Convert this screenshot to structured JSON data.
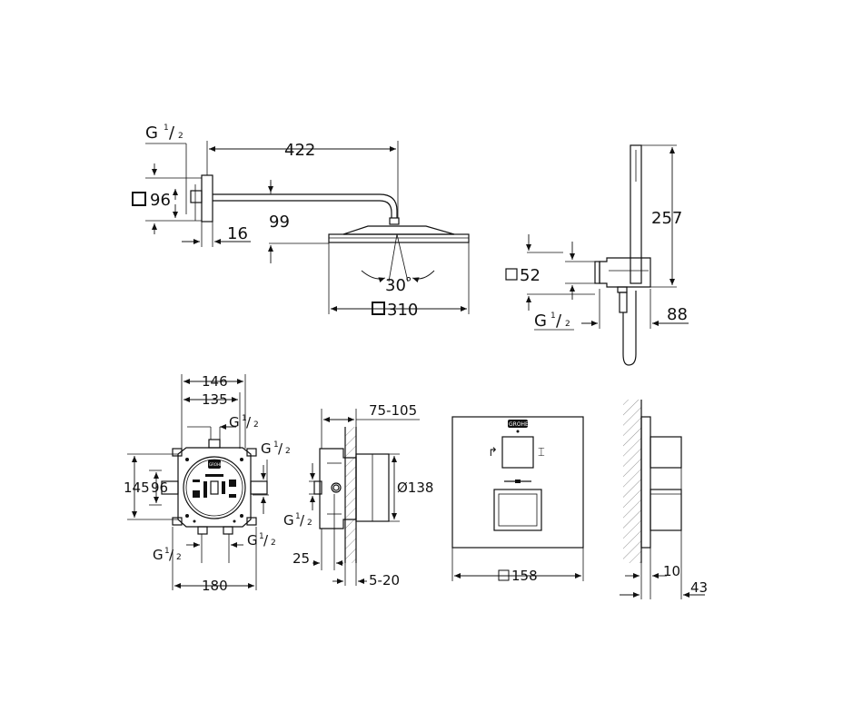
{
  "drawing": {
    "shower_head_view": {
      "thread_label": "G",
      "thread_sup": "1",
      "thread_sub": "2",
      "arm_length": "422",
      "flange_square": "96",
      "arm_offset": "99",
      "flange_depth": "16",
      "tilt_angle": "30",
      "tilt_angle_unit": "°",
      "head_square": "310"
    },
    "hand_shower_view": {
      "height": "257",
      "bracket_square": "52",
      "thread_label": "G",
      "thread_sup": "1",
      "thread_sub": "2",
      "projection": "88"
    },
    "box_front_view": {
      "width_outer": "146",
      "width_inner": "135",
      "height_outer": "145",
      "height_inner": "96",
      "base_width": "180",
      "thread_label": "G",
      "thread_sup": "1",
      "thread_sub": "2",
      "brand": "GROHE"
    },
    "box_side_view": {
      "install_depth": "75-105",
      "body_diameter": "Ø138",
      "offset": "25",
      "tile_range": "5-20",
      "thread_label": "G",
      "thread_sup": "1",
      "thread_sub": "2"
    },
    "trim_front_view": {
      "plate_square": "158",
      "brand": "GROHE"
    },
    "trim_side_view": {
      "plate_depth": "10",
      "handle_projection": "43"
    }
  }
}
